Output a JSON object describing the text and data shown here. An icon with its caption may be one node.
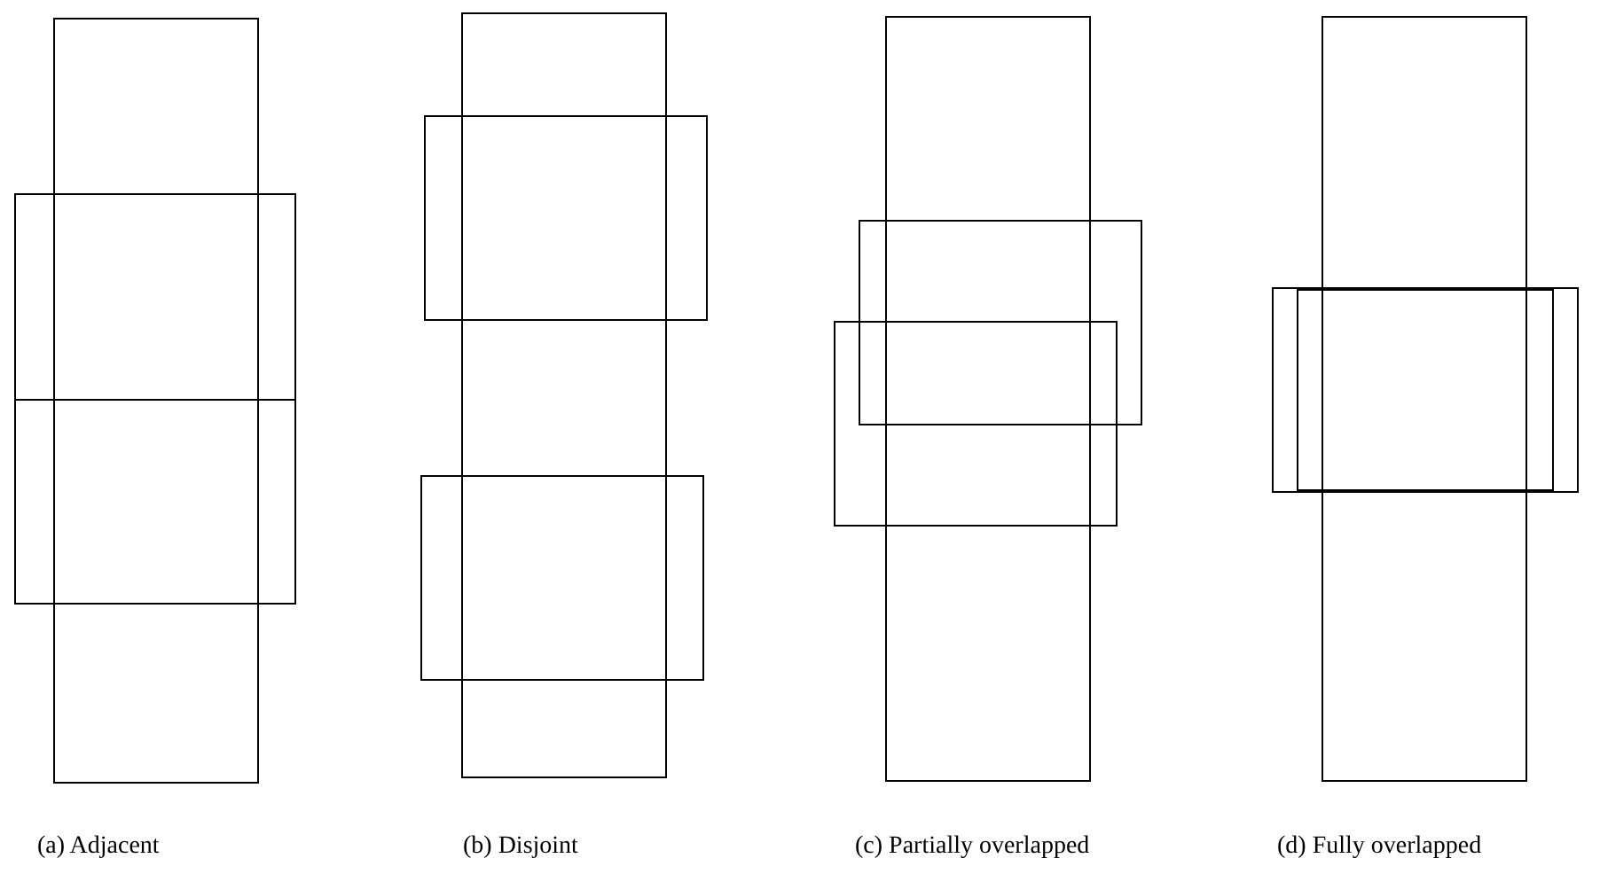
{
  "diagram": {
    "labels": [
      "(a) Adjacent",
      "(b) Disjoint",
      "(c) Partially overlapped",
      "(d) Fully overlapped"
    ]
  }
}
